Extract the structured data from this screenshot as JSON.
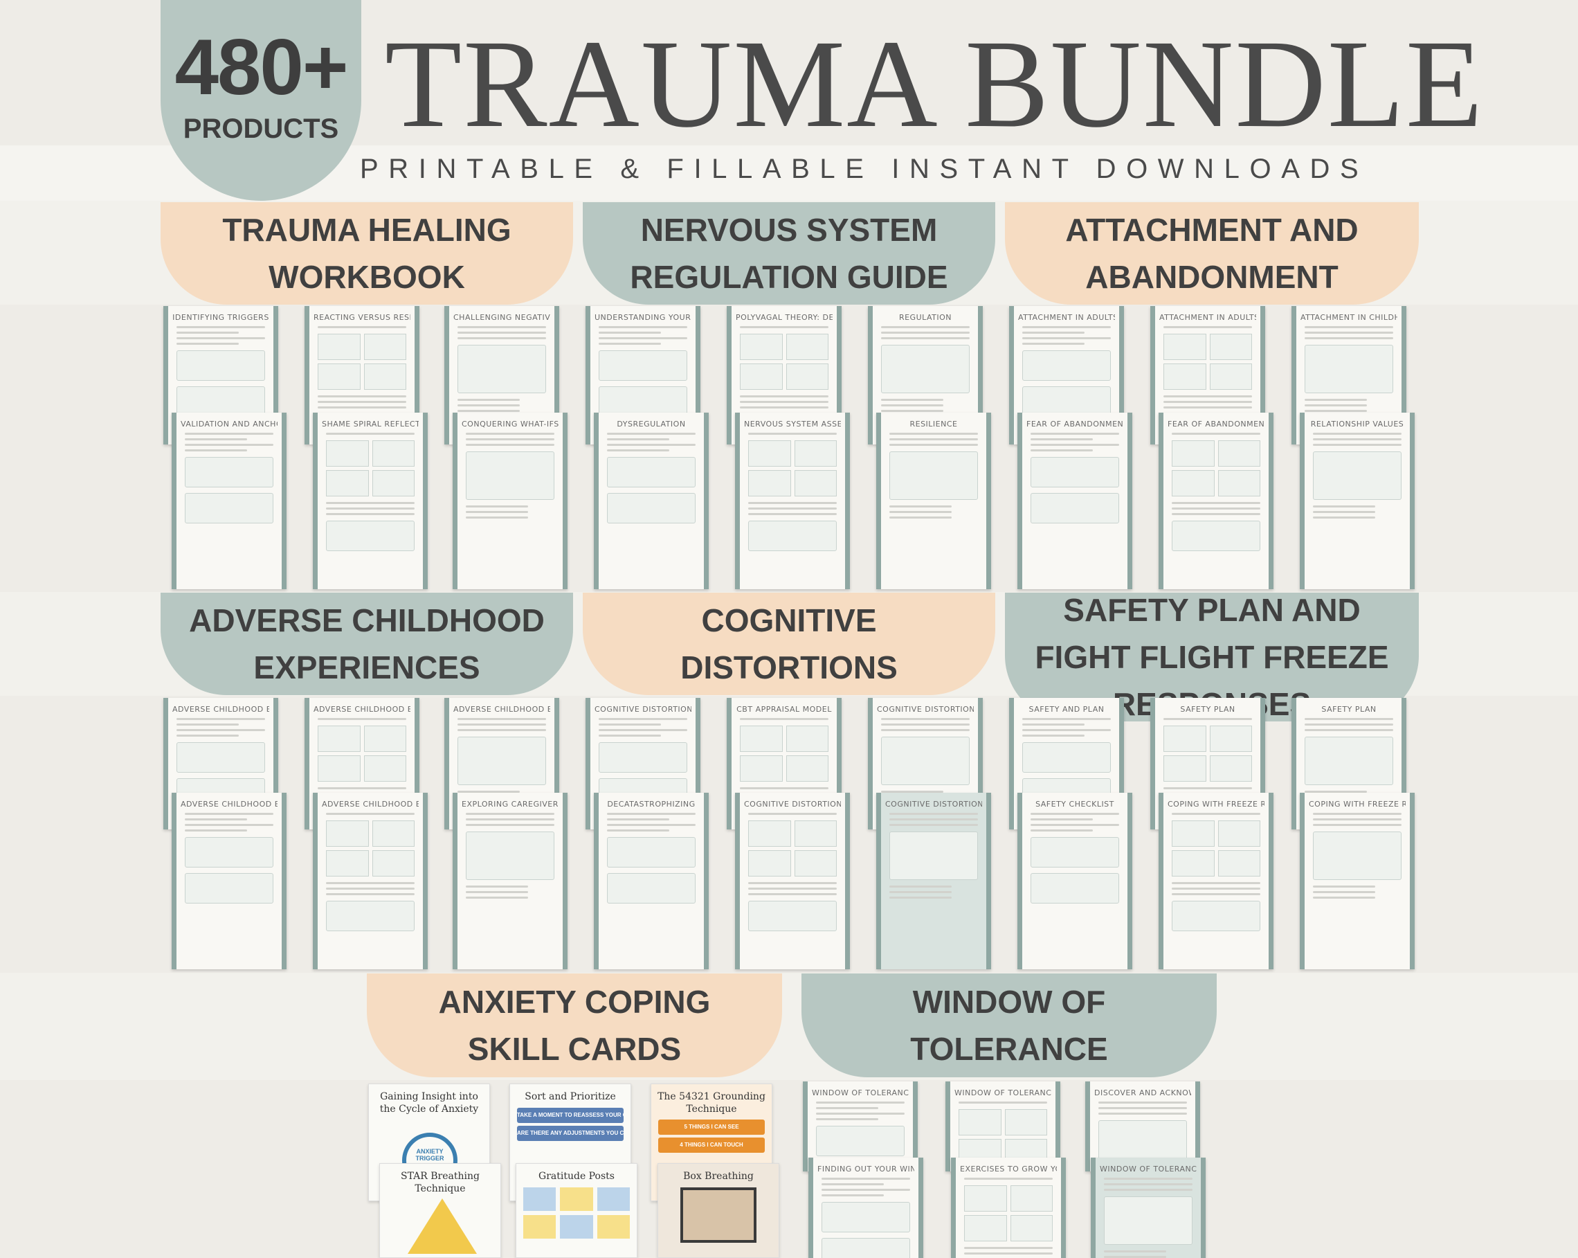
{
  "badge": {
    "number": "480+",
    "label": "PRODUCTS"
  },
  "title": "TRAUMA BUNDLE",
  "subtitle": "PRINTABLE & FILLABLE INSTANT DOWNLOADS",
  "sections": {
    "trauma_healing": "TRAUMA HEALING\nWORKBOOK",
    "nervous_system": "NERVOUS SYSTEM\nREGULATION GUIDE",
    "attachment": "ATTACHMENT AND\nABANDONMENT",
    "ace": "ADVERSE CHILDHOOD\nEXPERIENCES",
    "cognitive": "COGNITIVE DISTORTIONS",
    "safety_plan": "SAFETY PLAN AND\nFIGHT FLIGHT FREEZE\nRESPONSES",
    "anxiety": "ANXIETY COPING\nSKILL CARDS",
    "window": "WINDOW OF\nTOLERANCE"
  },
  "pages": {
    "r1a": [
      "IDENTIFYING TRIGGERS",
      "REACTING VERSUS RESPONDING",
      "CHALLENGING NEGATIVE SELF-BELIEF",
      "UNDERSTANDING YOUR NERVOUS SYSTEM",
      "POLYVAGAL THEORY: DECODING THE AUTONOMIC ORCHESTRA",
      "REGULATION",
      "ATTACHMENT IN ADULTS",
      "ATTACHMENT IN ADULTS",
      "ATTACHMENT IN CHILDHOOD"
    ],
    "r1b": [
      "VALIDATION AND ANCHORING",
      "SHAME SPIRAL REFLECTION",
      "CONQUERING WHAT-IFS",
      "DYSREGULATION",
      "NERVOUS SYSTEM ASSESSMENT AND STRESS MANAGEMENT",
      "RESILIENCE",
      "FEAR OF ABANDONMENT",
      "FEAR OF ABANDONMENT",
      "RELATIONSHIP VALUES"
    ],
    "r2a": [
      "ADVERSE CHILDHOOD EXPERIENCES",
      "ADVERSE CHILDHOOD EXPERIENCES",
      "ADVERSE CHILDHOOD EXPERIENCES",
      "COGNITIVE DISTORTION LABELING",
      "CBT APPRAISAL MODEL",
      "COGNITIVE DISTORTION RECORDING MY THOUGHTS",
      "SAFETY AND PLAN",
      "SAFETY PLAN",
      "SAFETY PLAN"
    ],
    "r2b": [
      "ADVERSE CHILDHOOD EXPERIENCES",
      "ADVERSE CHILDHOOD EXPERIENCES",
      "EXPLORING CAREGIVERS",
      "DECATASTROPHIZING",
      "COGNITIVE DISTORTION QUESTION AND REFRAME YOUR THOUGHTS",
      "COGNITIVE DISTORTION",
      "SAFETY CHECKLIST",
      "COPING WITH FREEZE RESPONSE",
      "COPING WITH FREEZE RESPONSE"
    ],
    "r3a": [
      "WINDOW OF TOLERANCE",
      "WINDOW OF TOLERANCE",
      "DISCOVER AND ACKNOWLEDGE YOUR WINDOW OF TOLERANCE"
    ],
    "r3b": [
      "FINDING OUT YOUR WINDOW OF TOLERANCE",
      "EXERCISES TO GROW YOUR WINDOW OF TOLERANCE",
      "WINDOW OF TOLERANCE"
    ]
  },
  "cards": {
    "c1": "Gaining Insight into the Cycle of Anxiety",
    "c2": "Sort and Prioritize",
    "c3": "The 54321 Grounding Technique",
    "c4": "STAR Breathing Technique",
    "c5": "Gratitude Posts",
    "c6": "Box Breathing",
    "c2_strip1": "TAKE A MOMENT TO REASSESS YOUR OVERALL WORKLOAD AND COMMITMENTS",
    "c2_strip2": "ARE THERE ANY ADJUSTMENTS YOU CAN MAKE TO LIGHTEN THE LOAD?",
    "c3_strip1": "5 THINGS I CAN SEE",
    "c3_strip2": "4 THINGS I CAN TOUCH",
    "c1_badge": "ANXIETY TRIGGER"
  },
  "colors": {
    "sage": "#b7c7c2",
    "peach": "#f6dcc2",
    "page_border": "#8fa7a2",
    "text": "#4a4a4a"
  }
}
